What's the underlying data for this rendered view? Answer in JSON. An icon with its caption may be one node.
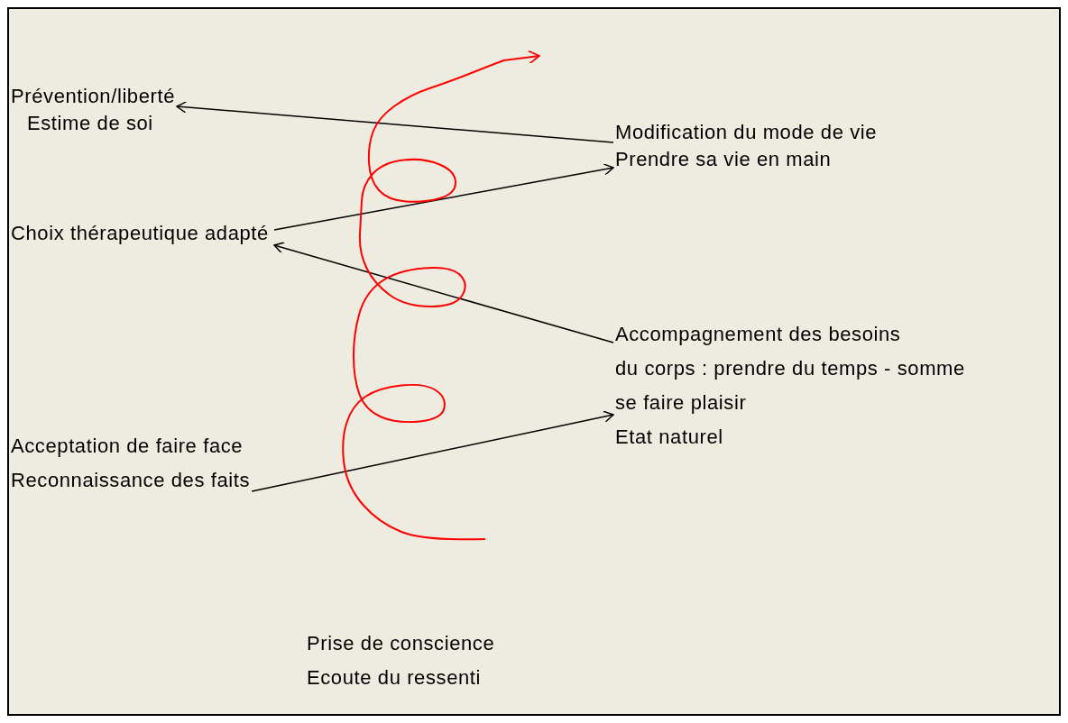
{
  "diagram": {
    "nodes": [
      {
        "text": [
          "Prévention/liberté",
          "Estime de soi"
        ]
      },
      {
        "text": [
          "Modification du mode de vie",
          "Prendre sa vie en main"
        ]
      },
      {
        "text": [
          "Choix thérapeutique adapté"
        ]
      },
      {
        "text": [
          "Accompagnement des besoins",
          "du corps : prendre du temps - somme",
          "se faire plaisir",
          "Etat naturel"
        ]
      },
      {
        "text": [
          "Acceptation de faire face",
          "Reconnaissance des faits"
        ]
      }
    ],
    "edges": [
      {
        "from": 1,
        "to": 0,
        "arrow": "to"
      },
      {
        "from": 2,
        "to": 1,
        "arrow": "to"
      },
      {
        "from": 3,
        "to": 2,
        "arrow": "to"
      },
      {
        "from": 4,
        "to": 3,
        "arrow": "to"
      }
    ],
    "labels": [
      "Prise de conscience",
      "Ecoute du ressenti"
    ]
  }
}
